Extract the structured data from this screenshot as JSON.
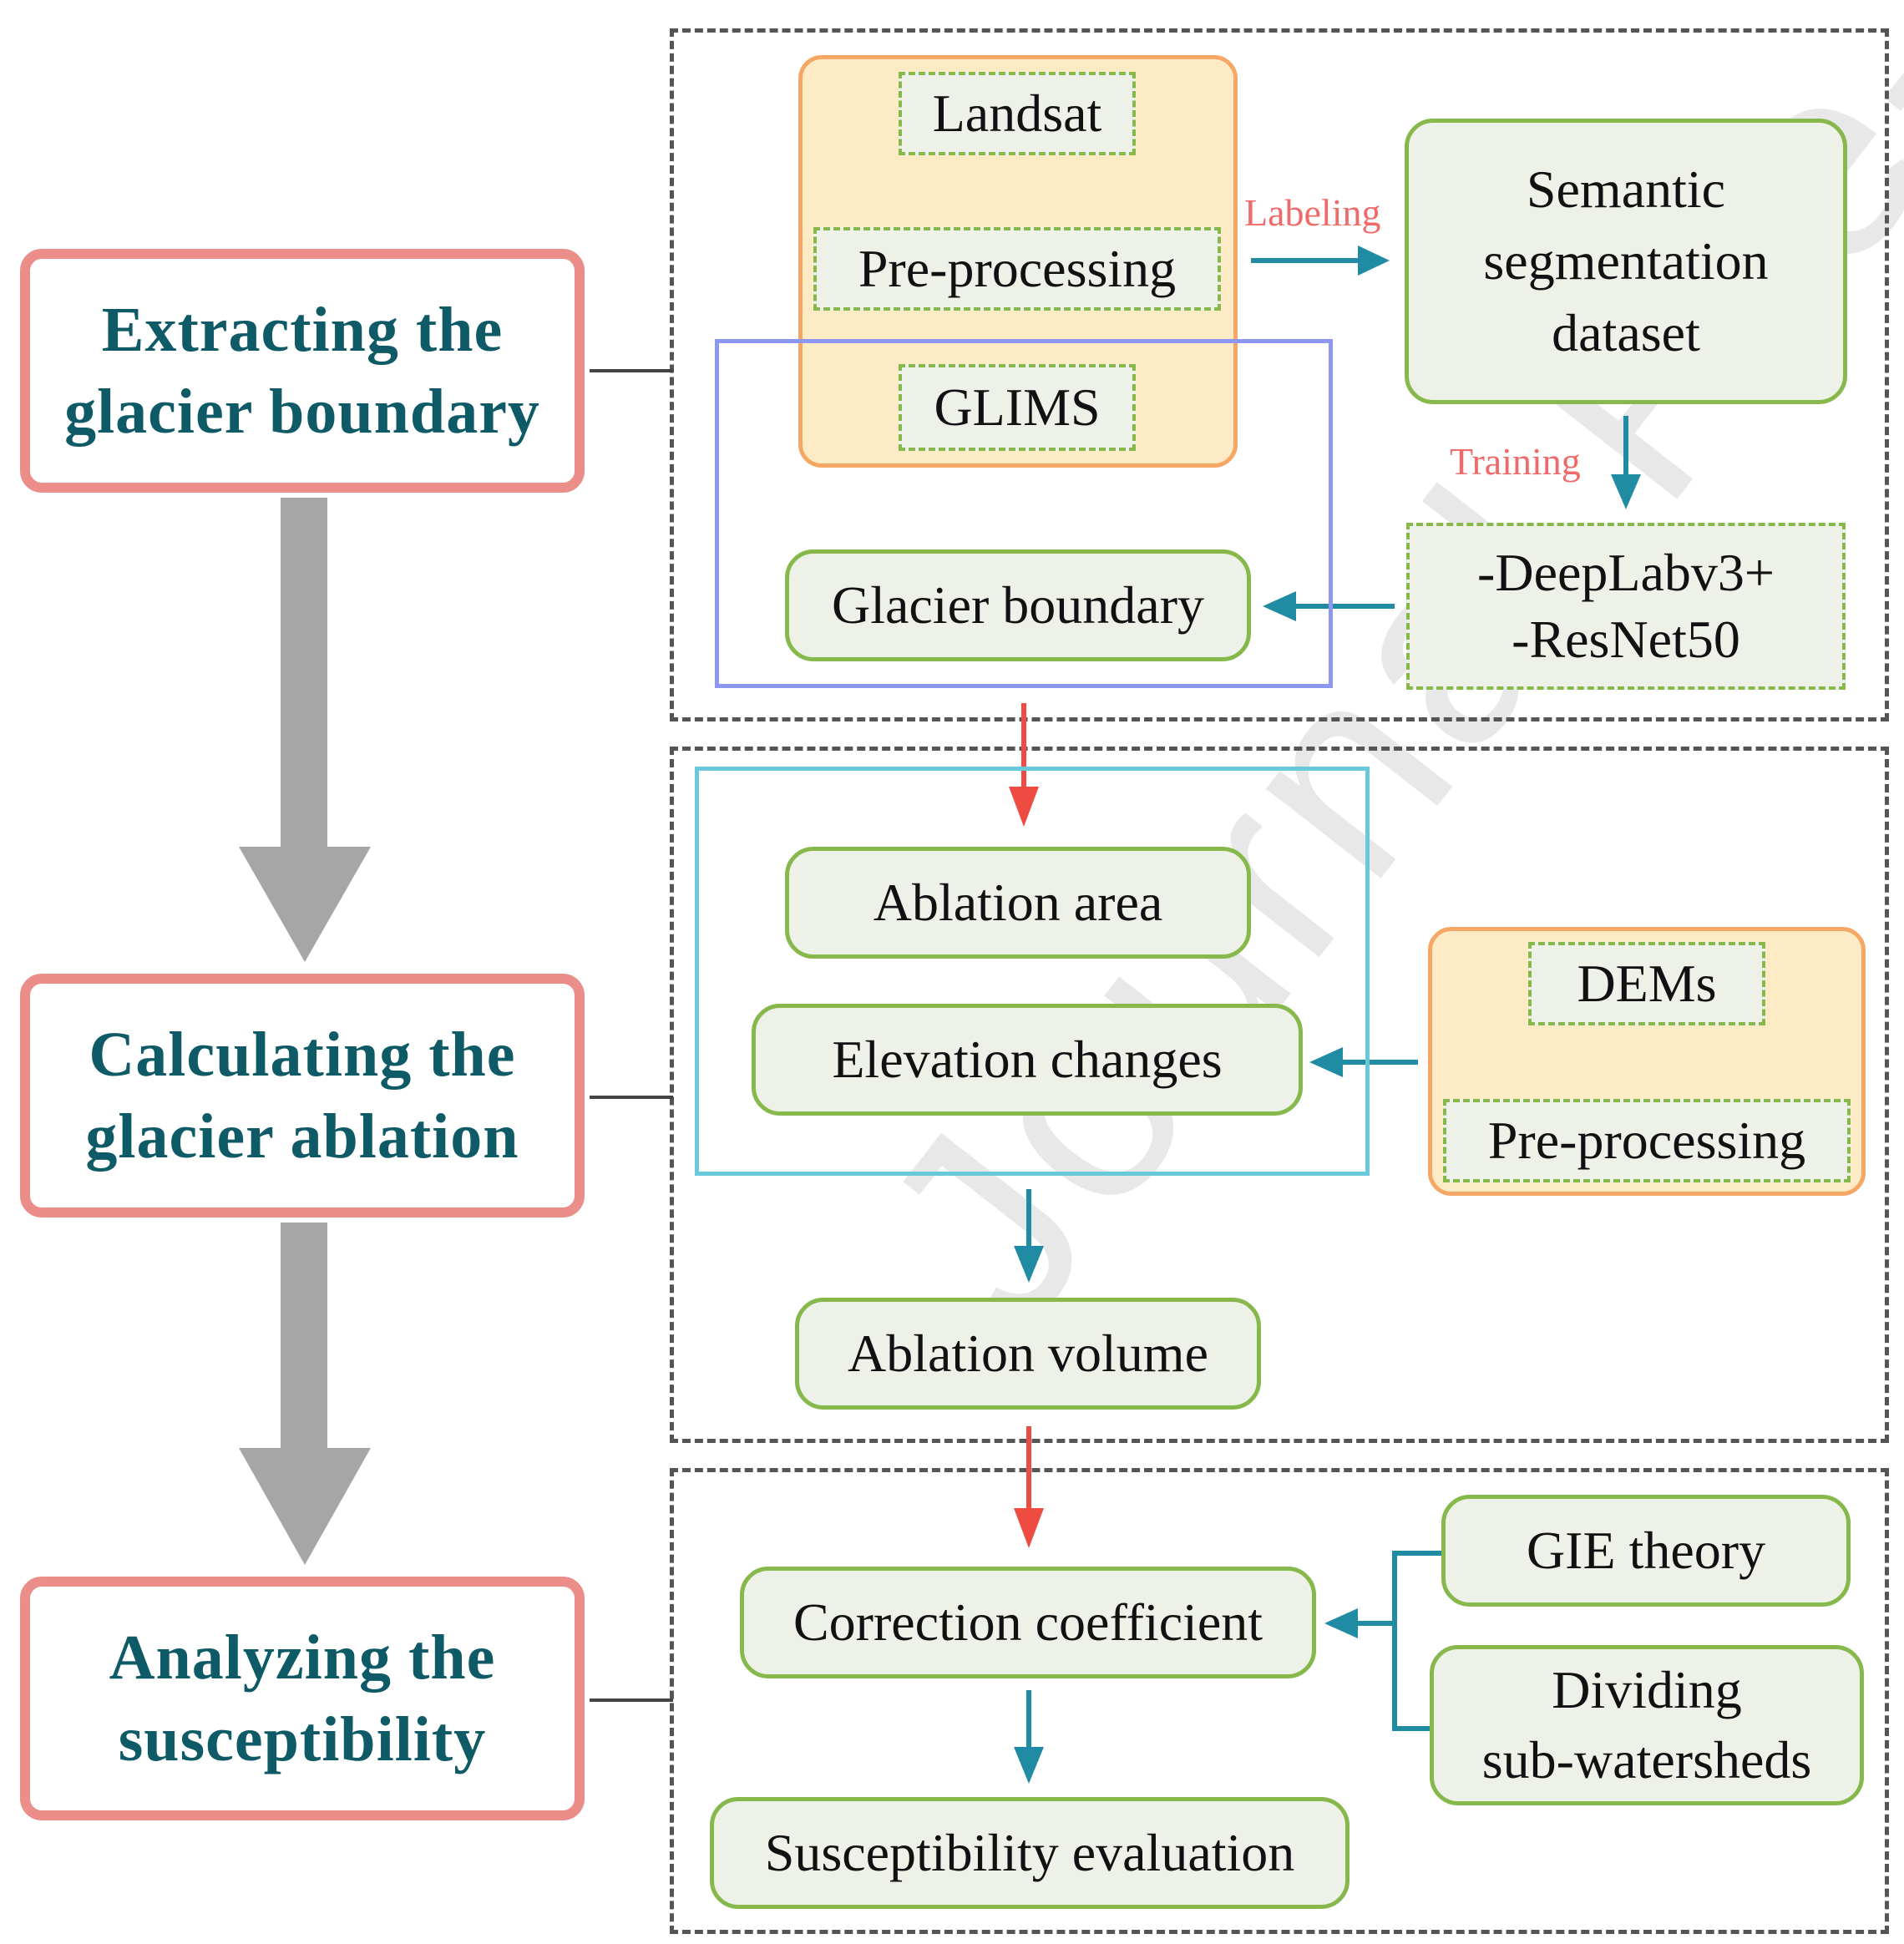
{
  "stages": {
    "extract": [
      "Extracting the",
      "glacier boundary"
    ],
    "calculate": [
      "Calculating the",
      "glacier ablation"
    ],
    "analyze": [
      "Analyzing the",
      "susceptibility"
    ]
  },
  "section1": {
    "landsat": "Landsat",
    "preprocessing": "Pre-processing",
    "glims": "GLIMS",
    "labeling": "Labeling",
    "dataset": [
      "Semantic",
      "segmentation",
      "dataset"
    ],
    "training": "Training",
    "model": [
      "-DeepLabv3+",
      "-ResNet50"
    ],
    "glacier_boundary": "Glacier boundary"
  },
  "section2": {
    "ablation_area": "Ablation area",
    "elevation_changes": "Elevation changes",
    "dems": "DEMs",
    "preprocessing": "Pre-processing",
    "ablation_volume": "Ablation volume"
  },
  "section3": {
    "correction_coefficient": "Correction coefficient",
    "gie_theory": "GIE theory",
    "dividing": [
      "Dividing",
      "sub-watersheds"
    ],
    "susceptibility_evaluation": "Susceptibility evaluation"
  },
  "colors": {
    "stage_border": "#eb8e8a",
    "stage_text": "#0e5a66",
    "node_border": "#86b84b",
    "node_fill": "#eef1e8",
    "source_fill": "#fdebc6",
    "source_border": "#f6a766",
    "flow_arrow": "#1f8ca3",
    "stage_arrow": "#ee4b43",
    "blue_frame": "#8d97f0",
    "cyan_frame": "#67c9da",
    "label_red": "#ef6a6a"
  },
  "watermark": "Journal Pre-proof"
}
